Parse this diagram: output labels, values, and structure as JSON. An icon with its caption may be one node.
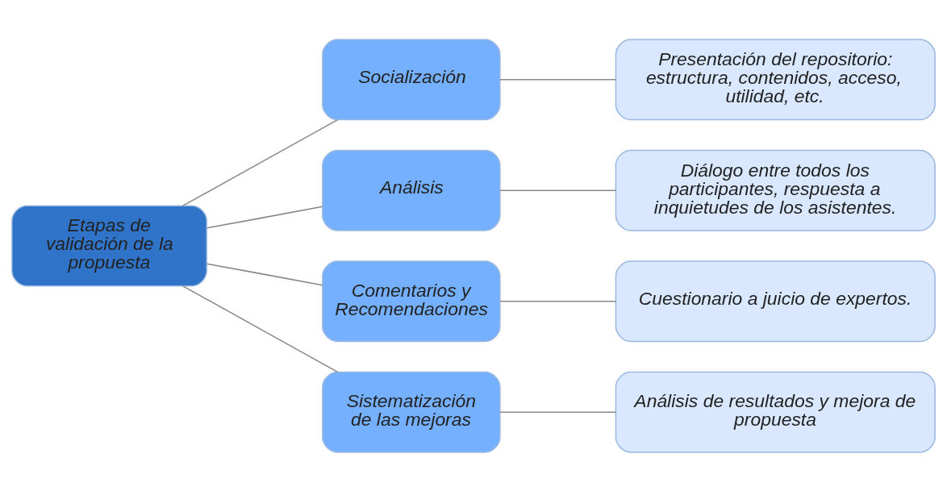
{
  "diagram": {
    "nodes": [
      {
        "text": [
          "Etapas de validación de la propuesta"
        ]
      },
      {
        "text": [
          "Socialización"
        ]
      },
      {
        "text": [
          "Análisis"
        ]
      },
      {
        "text": [
          "Comentarios y Recomendaciones"
        ]
      },
      {
        "text": [
          "Sistematización de las mejoras"
        ]
      },
      {
        "text": [
          "Presentación del repositorio: estructura, contenidos, acceso, utilidad, etc."
        ]
      },
      {
        "text": [
          "Diálogo entre todos los participantes, respuesta a inquietudes de los asistentes."
        ]
      },
      {
        "text": [
          "Cuestionario a juicio de expertos."
        ]
      },
      {
        "text": [
          "Análisis de resultados y mejora de propuesta"
        ]
      }
    ],
    "edges": [
      {
        "from": 0,
        "to": 1,
        "arrow": "none"
      },
      {
        "from": 0,
        "to": 2,
        "arrow": "none"
      },
      {
        "from": 0,
        "to": 3,
        "arrow": "none"
      },
      {
        "from": 0,
        "to": 4,
        "arrow": "none"
      },
      {
        "from": 1,
        "to": 5,
        "arrow": "none"
      },
      {
        "from": 2,
        "to": 6,
        "arrow": "none"
      },
      {
        "from": 3,
        "to": 7,
        "arrow": "none"
      },
      {
        "from": 4,
        "to": 8,
        "arrow": "none"
      }
    ]
  }
}
